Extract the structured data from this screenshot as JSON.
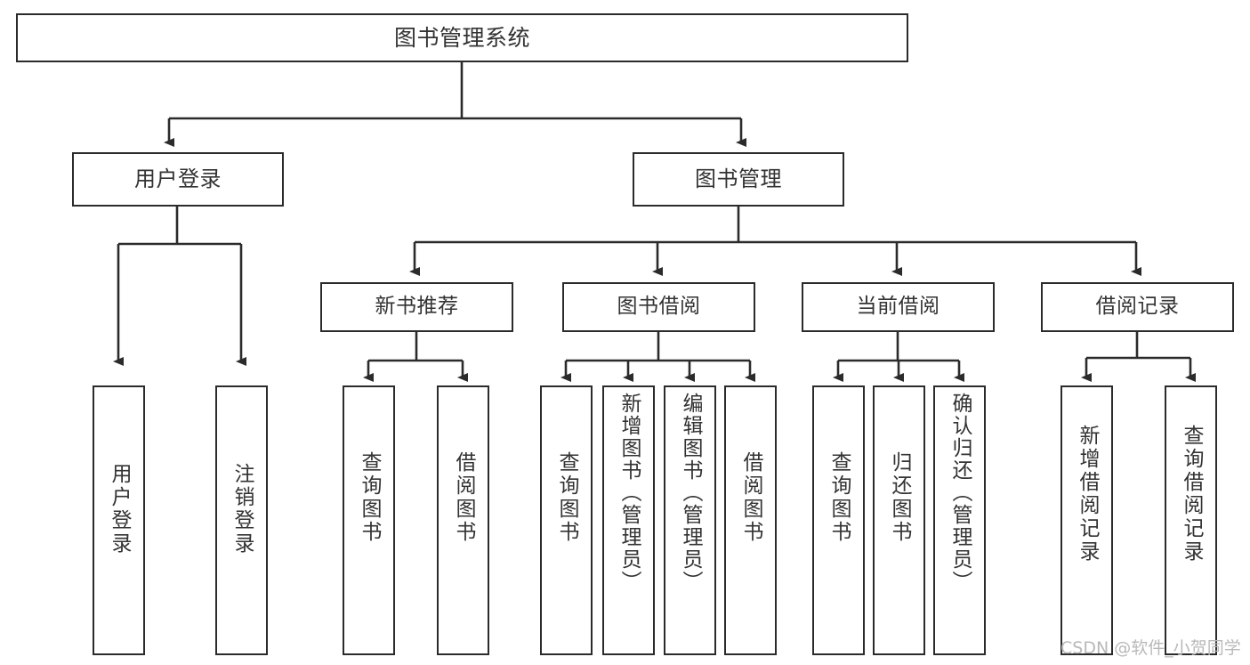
{
  "diagram": {
    "type": "tree-hierarchy",
    "title": "图书管理系统",
    "orientation": "top-down",
    "edge_style": "orthogonal-elbow-with-arrowheads",
    "colors": {
      "box_border": "#2b2b2b",
      "box_fill": "#ffffff",
      "text": "#333333",
      "edge": "#2b2b2b",
      "watermark": "#b9b9b9",
      "background": "#ffffff"
    }
  },
  "root": {
    "id": "root",
    "label": "图书管理系统"
  },
  "level1": [
    {
      "id": "user-login",
      "label": "用户登录"
    },
    {
      "id": "book-manage",
      "label": "图书管理"
    }
  ],
  "level2": [
    {
      "id": "new-book-recommend",
      "label": "新书推荐",
      "parent": "book-manage"
    },
    {
      "id": "book-borrow",
      "label": "图书借阅",
      "parent": "book-manage"
    },
    {
      "id": "current-borrow",
      "label": "当前借阅",
      "parent": "book-manage"
    },
    {
      "id": "borrow-record",
      "label": "借阅记录",
      "parent": "book-manage"
    }
  ],
  "leaves": [
    {
      "id": "leaf-user-login",
      "label": "用户登录",
      "parent": "user-login"
    },
    {
      "id": "leaf-logout",
      "label": "注销登录",
      "parent": "user-login"
    },
    {
      "id": "leaf-query-book-1",
      "label": "查询图书",
      "parent": "new-book-recommend"
    },
    {
      "id": "leaf-borrow-book-1",
      "label": "借阅图书",
      "parent": "new-book-recommend"
    },
    {
      "id": "leaf-query-book-2",
      "label": "查询图书",
      "parent": "book-borrow"
    },
    {
      "id": "leaf-add-book",
      "label": "新增图书（管理员）",
      "parent": "book-borrow"
    },
    {
      "id": "leaf-edit-book",
      "label": "编辑图书（管理员）",
      "parent": "book-borrow"
    },
    {
      "id": "leaf-borrow-book-2",
      "label": "借阅图书",
      "parent": "book-borrow"
    },
    {
      "id": "leaf-query-book-3",
      "label": "查询图书",
      "parent": "current-borrow"
    },
    {
      "id": "leaf-return-book",
      "label": "归还图书",
      "parent": "current-borrow"
    },
    {
      "id": "leaf-confirm-return",
      "label": "确认归还（管理员）",
      "parent": "current-borrow"
    },
    {
      "id": "leaf-add-record",
      "label": "新增借阅记录",
      "parent": "borrow-record"
    },
    {
      "id": "leaf-query-record",
      "label": "查询借阅记录",
      "parent": "borrow-record"
    }
  ],
  "watermark": {
    "text": "CSDN @软件_小贺同学"
  }
}
